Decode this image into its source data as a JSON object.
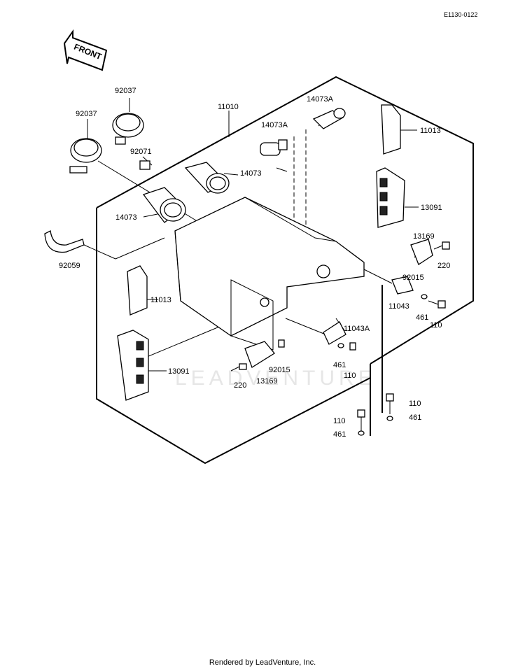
{
  "diagram": {
    "ref_code": "E1130-0122",
    "front_label": "FRONT",
    "watermark": "LEADVENTURE",
    "callouts": {
      "c11010": "11010",
      "c92037_top": "92037",
      "c92037_left": "92037",
      "c92071": "92071",
      "c14073A_top": "14073A",
      "c14073A_mid": "14073A",
      "c14073_right": "14073",
      "c14073_left": "14073",
      "c92059": "92059",
      "c11013_right": "11013",
      "c13091_right": "13091",
      "c13169_right": "13169",
      "c220_right": "220",
      "c92015_right": "92015",
      "c11043": "11043",
      "c461_a": "461",
      "c110_a": "110",
      "c11043A": "11043A",
      "c461_b": "461",
      "c110_b": "110",
      "c11013_left": "11013",
      "c13091_left": "13091",
      "c92015_left": "92015",
      "c220_left": "220",
      "c13169_left": "13169",
      "c110_c": "110",
      "c461_c": "461",
      "c110_d": "110",
      "c461_d": "461"
    }
  },
  "footer": {
    "text": "Rendered by LeadVenture, Inc."
  }
}
